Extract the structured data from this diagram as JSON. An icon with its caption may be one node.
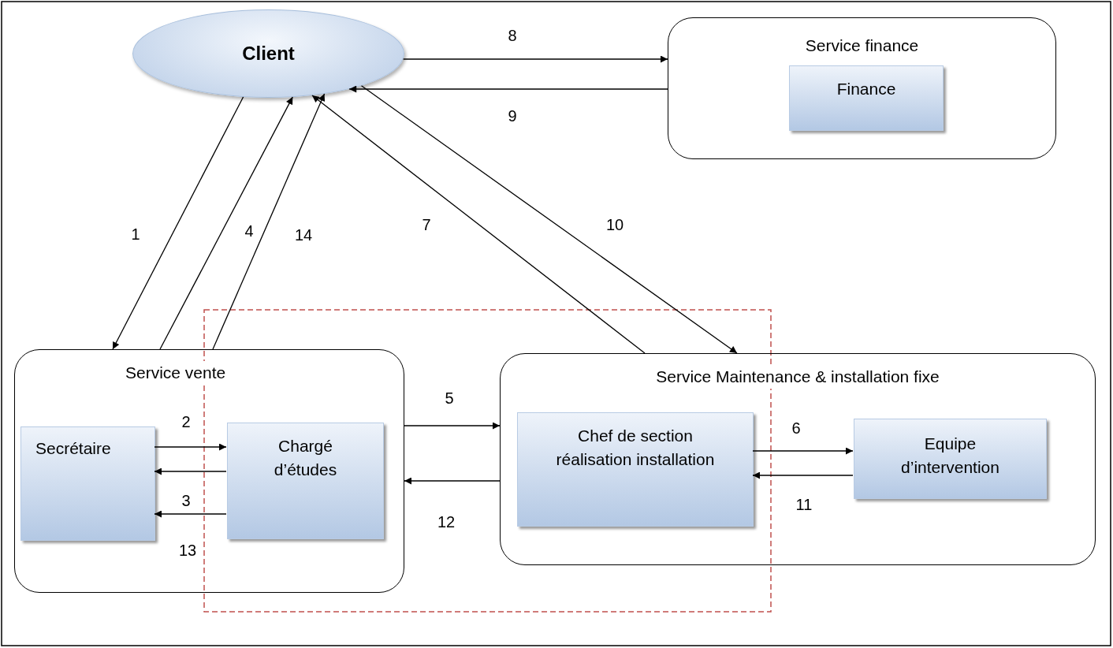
{
  "diagram": {
    "nodes": [
      {
        "text": [
          "Client"
        ]
      },
      {
        "text": [
          "Service finance"
        ]
      },
      {
        "text": [
          "Finance"
        ],
        "in": 1
      },
      {
        "text": [
          "Service vente"
        ]
      },
      {
        "text": [
          "Secrétaire"
        ],
        "in": 3
      },
      {
        "text": [
          "Chargé d’études"
        ],
        "in": 3
      },
      {
        "text": [
          "Service Maintenance & installation fixe"
        ]
      },
      {
        "text": [
          "Chef de section réalisation installation"
        ],
        "in": 6
      },
      {
        "text": [
          "Equipe d’intervention"
        ],
        "in": 6
      }
    ],
    "edges": [
      {
        "from": 0,
        "to": 3,
        "arrow": "to",
        "label": "1"
      },
      {
        "from": 4,
        "to": 5,
        "arrow": "to",
        "label": "2"
      },
      {
        "from": 5,
        "to": 4,
        "arrow": "to",
        "label": "3"
      },
      {
        "from": 3,
        "to": 0,
        "arrow": "to",
        "label": "4"
      },
      {
        "from": 3,
        "to": 6,
        "arrow": "to",
        "label": "5"
      },
      {
        "from": 7,
        "to": 8,
        "arrow": "to",
        "label": "6"
      },
      {
        "from": 6,
        "to": 0,
        "arrow": "to",
        "label": "7"
      },
      {
        "from": 0,
        "to": 1,
        "arrow": "to",
        "label": "8"
      },
      {
        "from": 1,
        "to": 0,
        "arrow": "to",
        "label": "9"
      },
      {
        "from": 0,
        "to": 6,
        "arrow": "to",
        "label": "10"
      },
      {
        "from": 8,
        "to": 7,
        "arrow": "to",
        "label": "11"
      },
      {
        "from": 6,
        "to": 3,
        "arrow": "to",
        "label": "12"
      },
      {
        "from": 5,
        "to": 4,
        "arrow": "to",
        "label": "13"
      },
      {
        "from": 3,
        "to": 0,
        "arrow": "to",
        "label": "14"
      }
    ]
  }
}
